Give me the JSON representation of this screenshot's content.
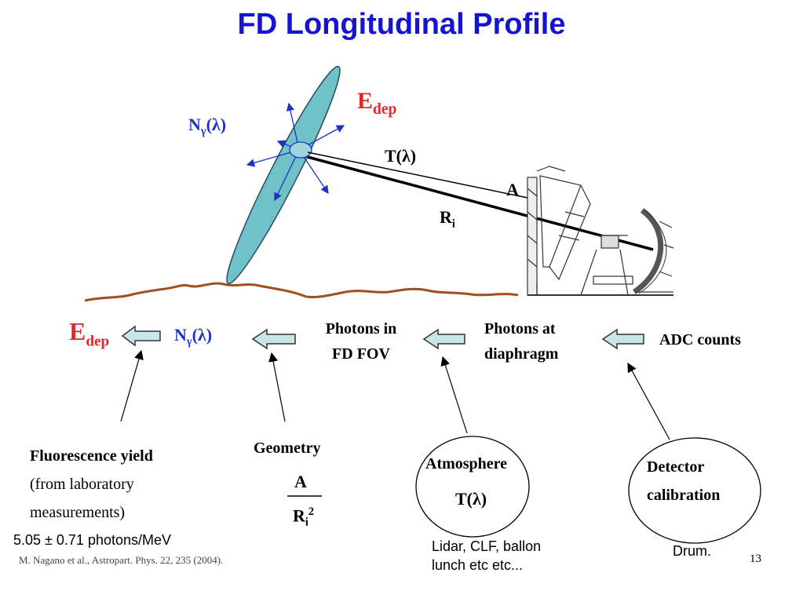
{
  "title": "FD Longitudinal Profile",
  "top": {
    "edep_main": "E",
    "edep_sub": "dep",
    "ngamma_n": "N",
    "ngamma_sub": "γ",
    "ngamma_arg": "(λ)",
    "transmission": "T(λ)",
    "aperture": "A",
    "distance_main": "R",
    "distance_sub": "i"
  },
  "flow": {
    "edep_main": "E",
    "edep_sub": "dep",
    "ngamma_n": "N",
    "ngamma_sub": "γ",
    "ngamma_arg": "(λ)",
    "photons_fov_line1": "Photons in",
    "photons_fov_line2": "FD FOV",
    "photons_diaphragm_line1": "Photons at",
    "photons_diaphragm_line2": "diaphragm",
    "adc": "ADC counts"
  },
  "inputs": {
    "fluor_line1": "Fluorescence yield",
    "fluor_line2": "(from laboratory",
    "fluor_line3": "measurements)",
    "fluor_value": "5.05 ± 0.71 photons/MeV",
    "reference": "M. Nagano et al., Astropart. Phys. 22, 235 (2004).",
    "geometry": "Geometry",
    "geom_num": "A",
    "geom_den_main": "R",
    "geom_den_sub": "i",
    "geom_den_sup": "2",
    "atmosphere": "Atmosphere",
    "atm_t": "T(λ)",
    "atm_note_line1": "Lidar, CLF, ballon",
    "atm_note_line2": "lunch etc etc...",
    "detector_line1": "Detector",
    "detector_line2": "calibration",
    "drum": "Drum."
  },
  "page_number": "13",
  "colors": {
    "title": "#1414d2",
    "shower_fill": "#6fc2c8",
    "arrow_fill": "#c8e6e6",
    "ground": "#a0501e",
    "photon_arrows": "#1e32c8",
    "edep": "#e02828"
  }
}
